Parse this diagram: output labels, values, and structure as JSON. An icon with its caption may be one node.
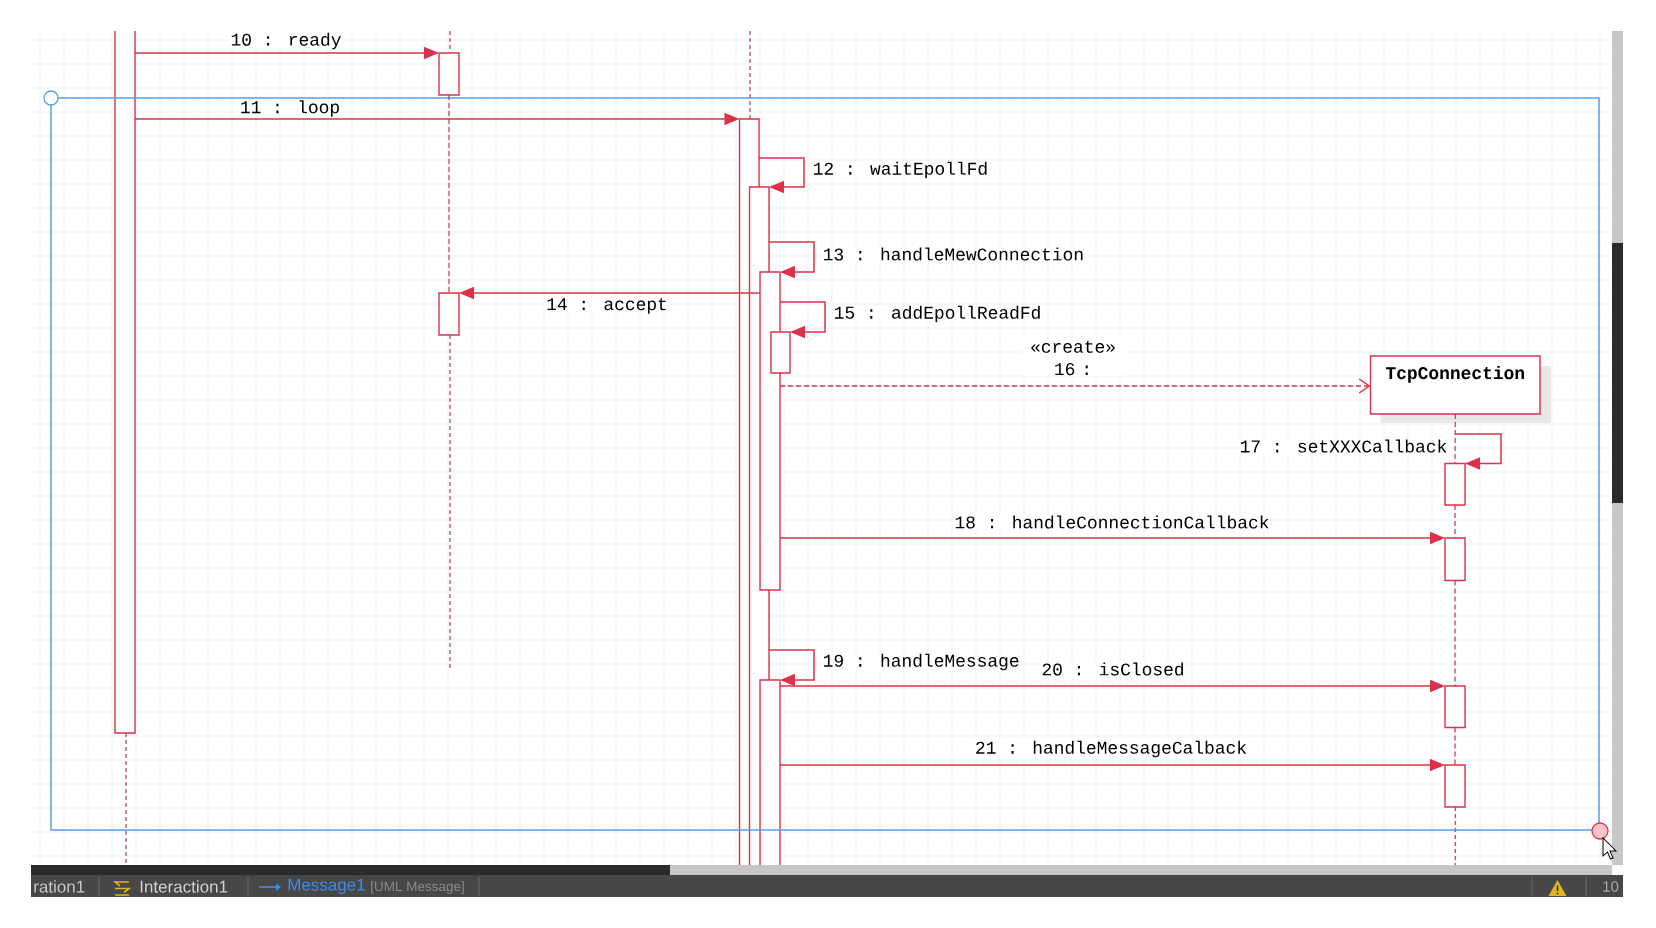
{
  "diagram": {
    "nodes": [
      {
        "text": [],
        "shape": "box"
      },
      {
        "text": [],
        "shape": "box"
      },
      {
        "text": [],
        "shape": "box"
      },
      {
        "text": [],
        "shape": "box"
      },
      {
        "text": [],
        "shape": "box"
      },
      {
        "text": [],
        "shape": "box"
      },
      {
        "text": [],
        "shape": "box"
      },
      {
        "text": [
          "TcpConnection"
        ]
      },
      {
        "text": [],
        "shape": "box"
      },
      {
        "text": [],
        "shape": "box"
      },
      {
        "text": [],
        "shape": "box"
      },
      {
        "text": [],
        "shape": "box"
      },
      {
        "text": [],
        "shape": "box"
      }
    ],
    "edges": [
      {
        "from": 0,
        "to": 1,
        "arrow": "to",
        "label": "10 : ready"
      },
      {
        "from": 0,
        "to": 2,
        "arrow": "to",
        "label": "11 : loop"
      },
      {
        "from": 2,
        "to": 3,
        "arrow": "to",
        "label": "12 : waitEpollFd"
      },
      {
        "from": 3,
        "to": 4,
        "arrow": "to",
        "label": "13 : handleMewConnection"
      },
      {
        "from": 4,
        "to": 5,
        "arrow": "to",
        "label": "14 : accept"
      },
      {
        "from": 4,
        "to": 6,
        "arrow": "to",
        "label": "15 : addEpollReadFd"
      },
      {
        "from": 4,
        "to": 7,
        "arrow": "to",
        "label": "«create» 16 :",
        "style": "dashed"
      },
      {
        "from": 7,
        "to": 8,
        "arrow": "to",
        "label": "17 : setXXXCallback"
      },
      {
        "from": 4,
        "to": 9,
        "arrow": "to",
        "label": "18 : handleConnectionCallback"
      },
      {
        "from": 3,
        "to": 10,
        "arrow": "to",
        "label": "19 : handleMessage"
      },
      {
        "from": 10,
        "to": 11,
        "arrow": "to",
        "label": "20 : isClosed"
      },
      {
        "from": 10,
        "to": 12,
        "arrow": "to",
        "label": "21 : handleMessageCalback"
      },
      {
        "from": 1,
        "to": 5,
        "arrow": "none",
        "style": "dashed",
        "color": "#b83a56"
      },
      {
        "from": 7,
        "to": 8,
        "arrow": "none",
        "style": "dashed",
        "color": "#b83a56"
      },
      {
        "from": 8,
        "to": 9,
        "arrow": "none",
        "style": "dashed",
        "color": "#b83a56"
      },
      {
        "from": 9,
        "to": 11,
        "arrow": "none",
        "style": "dashed",
        "color": "#b83a56"
      },
      {
        "from": 11,
        "to": 12,
        "arrow": "none",
        "style": "dashed",
        "color": "#b83a56"
      }
    ],
    "labels": [
      "ration1",
      "Interaction1",
      "Message1",
      "[UML Message]",
      "10"
    ]
  }
}
